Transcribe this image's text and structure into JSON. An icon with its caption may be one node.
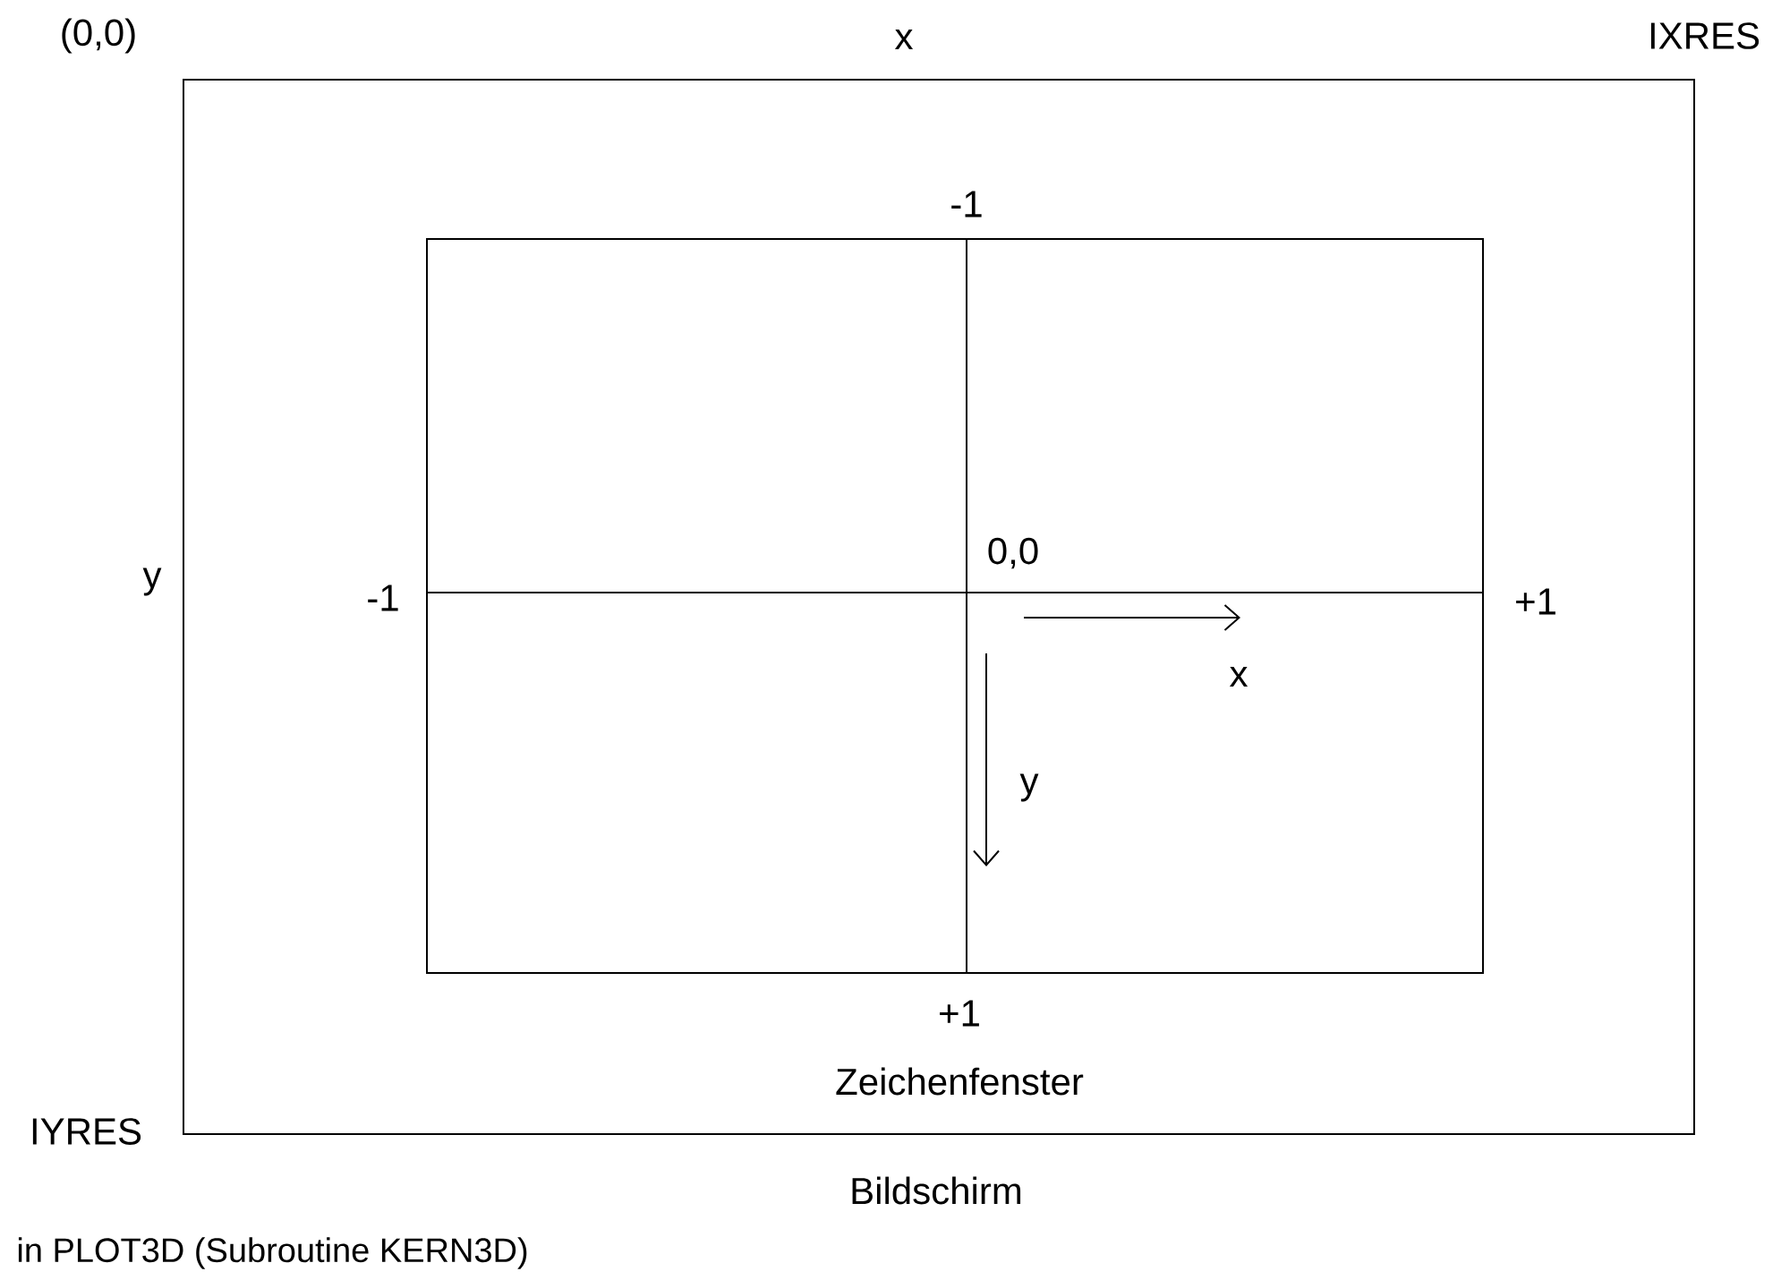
{
  "diagram": {
    "caption": "in PLOT3D (Subroutine KERN3D)",
    "nodes": [
      {
        "text": [
          "Bildschirm"
        ]
      },
      {
        "text": [
          "Zeichenfenster"
        ],
        "in": 0
      }
    ],
    "labels": [
      "(0,0)",
      "x",
      "IXRES",
      "-1",
      "y",
      "-1",
      "0,0",
      "+1",
      "x",
      "y",
      "+1",
      "IYRES"
    ]
  }
}
